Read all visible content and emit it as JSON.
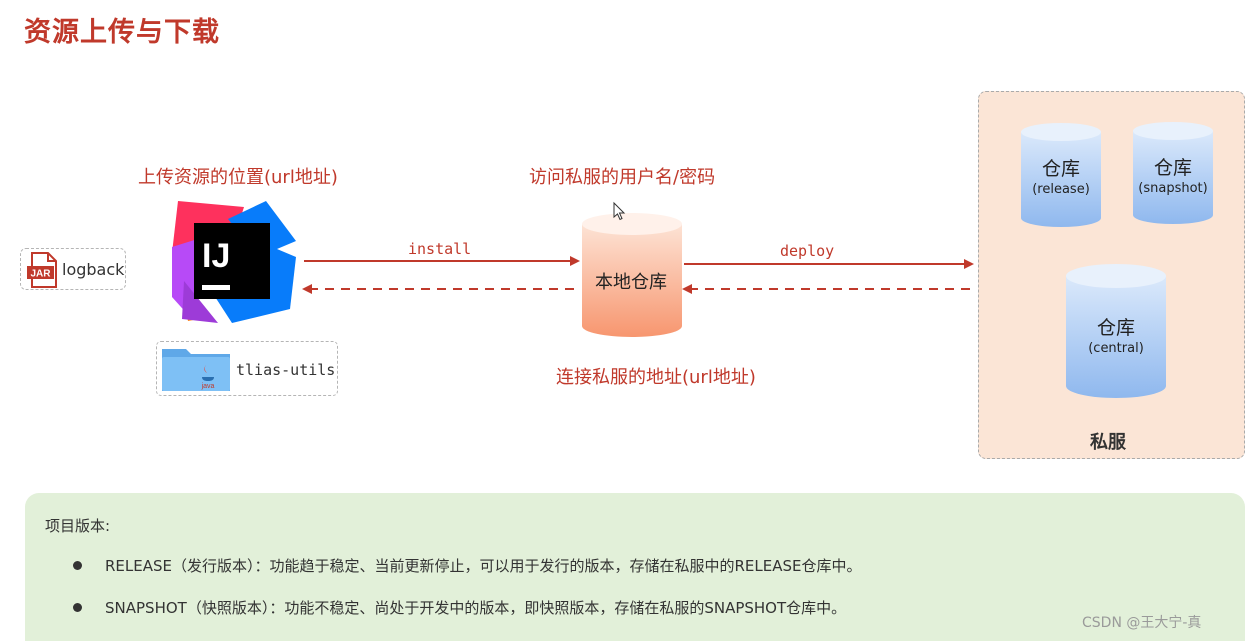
{
  "title": "资源上传与下载",
  "labels": {
    "upload_location": "上传资源的位置(url地址)",
    "credentials": "访问私服的用户名/密码",
    "connect_address": "连接私服的地址(url地址)"
  },
  "jar": {
    "icon_text": "JAR",
    "name": "logback"
  },
  "ide": {
    "logo_text": "IJ"
  },
  "folder": {
    "name": "tlias-utils",
    "badge": "java"
  },
  "arrows": {
    "install": "install",
    "deploy": "deploy"
  },
  "local_repo": "本地仓库",
  "private_server": {
    "label": "私服",
    "repos": [
      {
        "name": "仓库",
        "type": "(release)"
      },
      {
        "name": "仓库",
        "type": "(snapshot)"
      },
      {
        "name": "仓库",
        "type": "(central)"
      }
    ]
  },
  "note": {
    "heading": "项目版本:",
    "items": [
      "RELEASE（发行版本）：功能趋于稳定、当前更新停止，可以用于发行的版本，存储在私服中的RELEASE仓库中。",
      "SNAPSHOT（快照版本）：功能不稳定、尚处于开发中的版本，即快照版本，存储在私服的SNAPSHOT仓库中。"
    ]
  },
  "watermark": "CSDN @王大宁-真",
  "colors": {
    "accent": "#c0392b",
    "server_bg": "#fbe5d6",
    "note_bg": "#e2f0d9",
    "repo_cylinder": "#f7a07e",
    "server_cylinder": "#9dc3f0"
  }
}
